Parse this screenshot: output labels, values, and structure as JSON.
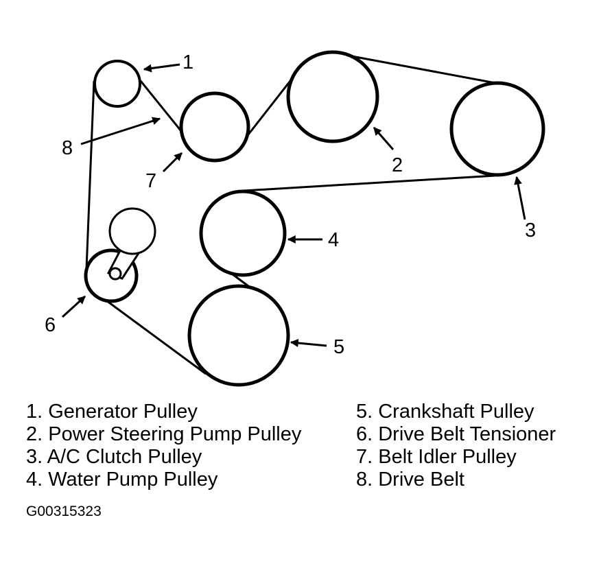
{
  "callouts": {
    "c1": "1",
    "c2": "2",
    "c3": "3",
    "c4": "4",
    "c5": "5",
    "c6": "6",
    "c7": "7",
    "c8": "8"
  },
  "legend": {
    "left": [
      "1. Generator Pulley",
      "2. Power Steering Pump Pulley",
      "3. A/C Clutch Pulley",
      "4. Water Pump Pulley"
    ],
    "right": [
      "5. Crankshaft Pulley",
      "6. Drive Belt Tensioner",
      "7. Belt Idler Pulley",
      "8. Drive Belt"
    ]
  },
  "figure_code": "G00315323",
  "colors": {
    "ink": "#000000",
    "paper": "#ffffff"
  }
}
